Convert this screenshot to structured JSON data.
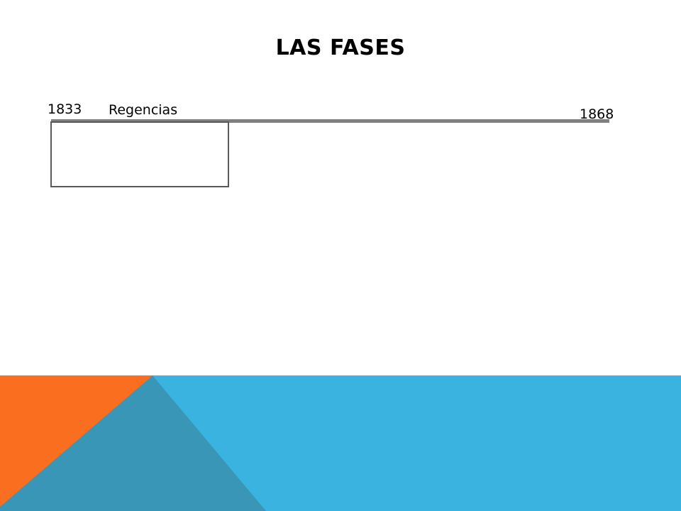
{
  "slide": {
    "title": "LAS FASES"
  },
  "timeline": {
    "start_year": "1833",
    "end_year": "1868",
    "phases": [
      {
        "label": "Regencias"
      }
    ]
  },
  "colors": {
    "line": "#808080",
    "box_border": "#595959",
    "footer_blue": "#3ab3e0",
    "footer_teal": "#3a96b6",
    "footer_orange": "#f96e1f"
  }
}
